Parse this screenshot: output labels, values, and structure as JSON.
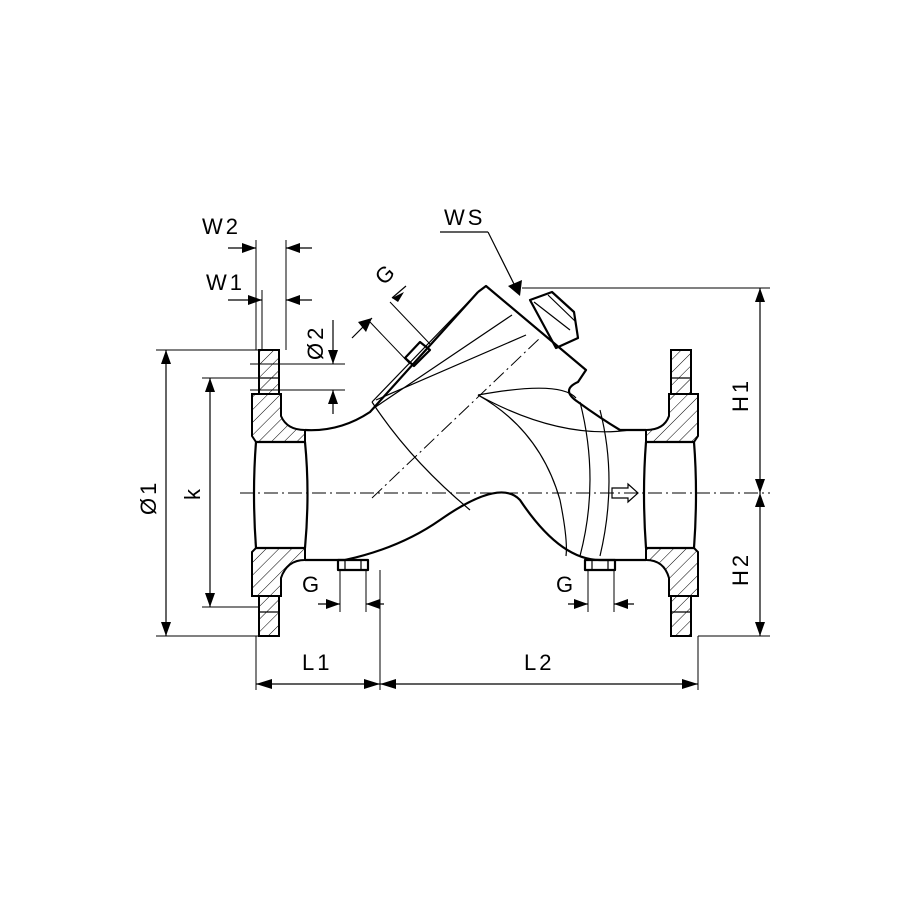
{
  "labels": {
    "ws": "WS",
    "w2": "W2",
    "w1": "W1",
    "d2": "Ø2",
    "d1": "Ø1",
    "k": "k",
    "g_top": "G",
    "g_left": "G",
    "g_right": "G",
    "l1": "L1",
    "l2": "L2",
    "h1": "H1",
    "h2": "H2"
  }
}
